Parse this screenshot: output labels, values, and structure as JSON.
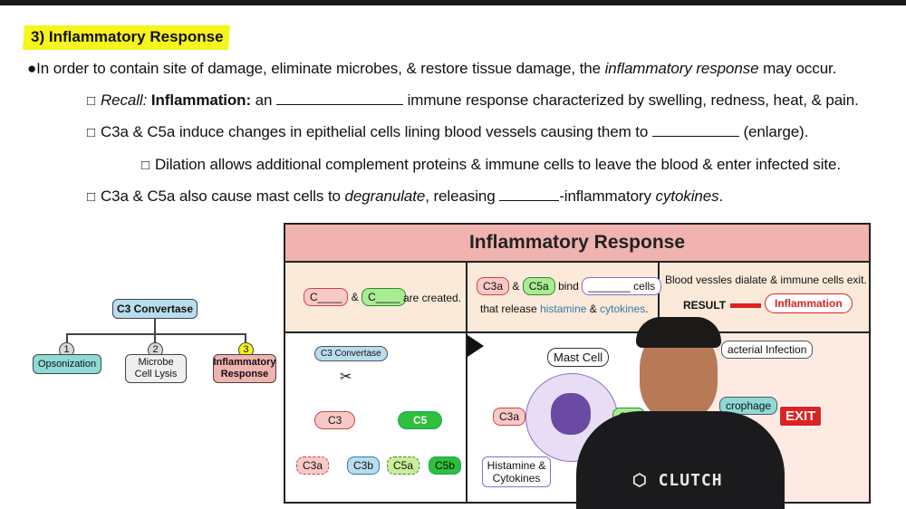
{
  "heading": "3) Inflammatory Response",
  "bullets": {
    "intro_before": "In order to contain site of damage, eliminate microbes, & restore tissue damage, the ",
    "intro_italic": "inflammatory response",
    "intro_after": " may occur.",
    "recall_italic": "Recall:",
    "recall_bold": "Inflammation:",
    "recall_before": " an ",
    "recall_after": " immune response characterized by swelling, redness, heat, & pain.",
    "c3a_before": "C3a & C5a induce changes in epithelial cells lining blood vessels causing them to ",
    "c3a_after": " (enlarge).",
    "dilation": "Dilation allows additional complement proteins & immune cells to leave the blood & enter infected site.",
    "mast_before": "C3a & C5a also cause mast cells to ",
    "mast_italic": "degranulate",
    "mast_mid": ", releasing ",
    "mast_after": "-inflammatory ",
    "mast_italic2": "cytokines",
    "mast_end": "."
  },
  "flow": {
    "root": "C3 Convertase",
    "nodes": [
      {
        "num": "1",
        "label": "Opsonization"
      },
      {
        "num": "2",
        "label": "Microbe Cell Lysis"
      },
      {
        "num": "3",
        "label": "Inflammatory Response"
      }
    ]
  },
  "panel": {
    "title": "Inflammatory Response",
    "c_blank1": "C____",
    "amp": "&",
    "c_blank2": "C____",
    "are_created": "are created.",
    "c3a": "C3a",
    "c5a": "C5a",
    "bind": "bind",
    "cells_blank": "_______ cells",
    "that_release": "that release",
    "histamine": "histamine",
    "and": "&",
    "cytokines": "cytokines",
    "vessels": "Blood vessles dialate & immune cells exit.",
    "result": "RESULT",
    "inflammation": "Inflammation",
    "convertase_label": "C3 Convertase",
    "c3_split": "C3",
    "c5": "C5",
    "c3b": "C3b",
    "c5b": "C5b",
    "mast_cell": "Mast Cell",
    "histamine_cytokines": "Histamine & Cytokines",
    "bacterial": "acterial Infection",
    "macrophage": "crophage",
    "exit": "EXIT"
  },
  "watermark": "CLUTCH",
  "colors": {
    "highlight": "#f6f41d",
    "pink": "#f0b3b0",
    "green": "#8fe07a",
    "teal_box": "#8fdad6",
    "panel_bg": "#fbe9d9"
  }
}
